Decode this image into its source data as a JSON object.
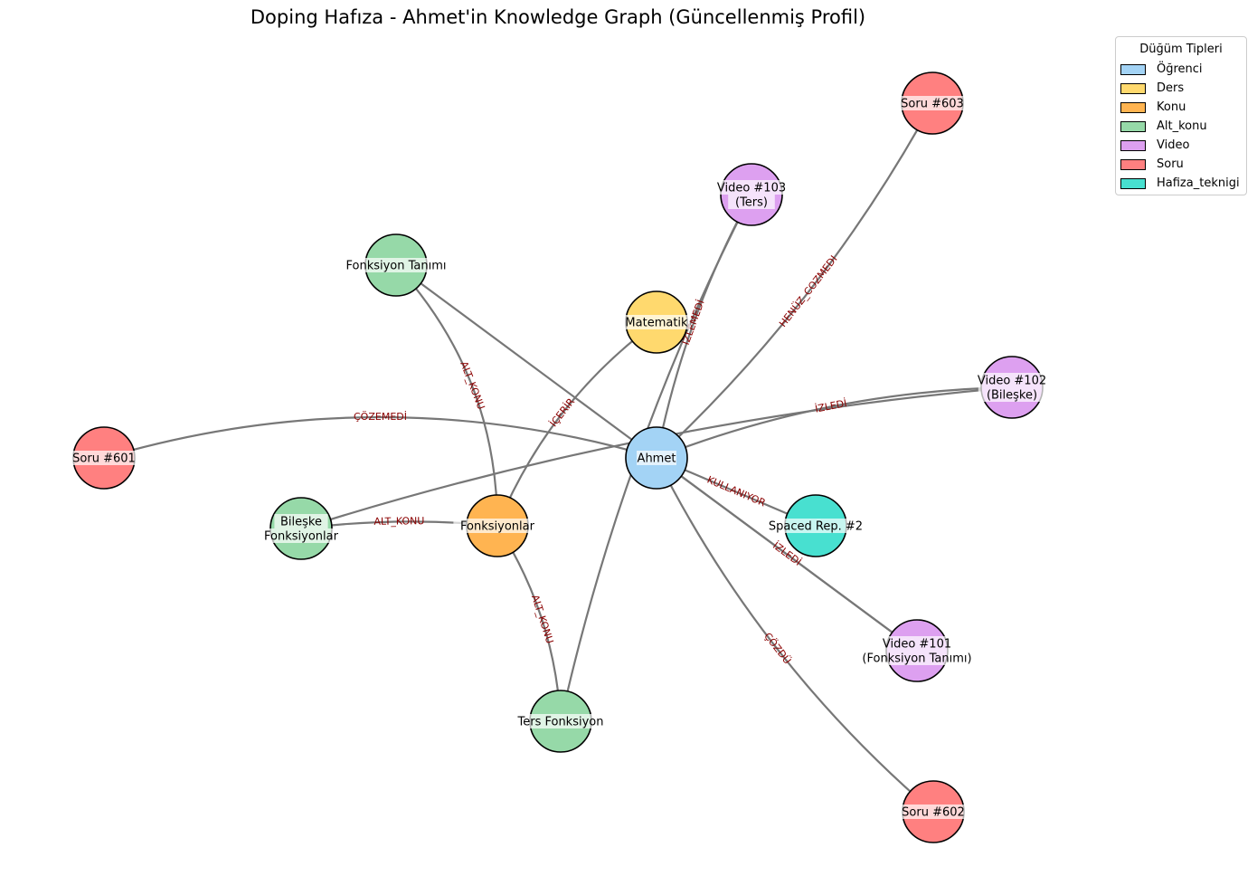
{
  "title": "Doping Hafıza - Ahmet'in Knowledge Graph (Güncellenmiş Profil)",
  "legend": {
    "title": "Düğüm Tipleri",
    "items": [
      {
        "label": "Öğrenci",
        "color": "#a3d3f5"
      },
      {
        "label": "Ders",
        "color": "#ffd96e"
      },
      {
        "label": "Konu",
        "color": "#ffb451"
      },
      {
        "label": "Alt_konu",
        "color": "#96d9a8"
      },
      {
        "label": "Video",
        "color": "#dda0f0"
      },
      {
        "label": "Soru",
        "color": "#ff8080"
      },
      {
        "label": "Hafiza_teknigi",
        "color": "#48e0d0"
      }
    ]
  },
  "nodes": [
    {
      "id": "ahmet",
      "label": "Ahmet",
      "type": "Öğrenci"
    },
    {
      "id": "matematik",
      "label": "Matematik",
      "type": "Ders"
    },
    {
      "id": "fonksiyonlar",
      "label": "Fonksiyonlar",
      "type": "Konu"
    },
    {
      "id": "fonk_tanimi",
      "label": "Fonksiyon Tanımı",
      "type": "Alt_konu"
    },
    {
      "id": "bileske",
      "label": "Bileşke\nFonksiyonlar",
      "type": "Alt_konu"
    },
    {
      "id": "ters",
      "label": "Ters Fonksiyon",
      "type": "Alt_konu"
    },
    {
      "id": "video101",
      "label": "Video #101\n(Fonksiyon Tanımı)",
      "type": "Video"
    },
    {
      "id": "video102",
      "label": "Video #102\n(Bileşke)",
      "type": "Video"
    },
    {
      "id": "video103",
      "label": "Video #103\n(Ters)",
      "type": "Video"
    },
    {
      "id": "soru601",
      "label": "Soru #601",
      "type": "Soru"
    },
    {
      "id": "soru602",
      "label": "Soru #602",
      "type": "Soru"
    },
    {
      "id": "soru603",
      "label": "Soru #603",
      "type": "Soru"
    },
    {
      "id": "spaced",
      "label": "Spaced Rep. #2",
      "type": "Hafiza_teknigi"
    }
  ],
  "edges": [
    {
      "from": "ahmet",
      "to": "video101",
      "label": "İZLEDİ"
    },
    {
      "from": "ahmet",
      "to": "video102",
      "label": "İZLEDİ"
    },
    {
      "from": "ahmet",
      "to": "video103",
      "label": "İZLEMEDİ"
    },
    {
      "from": "ahmet",
      "to": "soru601",
      "label": "ÇÖZEMEDİ"
    },
    {
      "from": "ahmet",
      "to": "soru602",
      "label": "ÇÖZDÜ"
    },
    {
      "from": "ahmet",
      "to": "soru603",
      "label": "HENÜZ_COZMEDI"
    },
    {
      "from": "ahmet",
      "to": "spaced",
      "label": "KULLANIYOR"
    },
    {
      "from": "matematik",
      "to": "fonksiyonlar",
      "label": "İÇERİR"
    },
    {
      "from": "fonksiyonlar",
      "to": "fonk_tanimi",
      "label": "ALT_KONU"
    },
    {
      "from": "fonksiyonlar",
      "to": "bileske",
      "label": "ALT_KONU"
    },
    {
      "from": "fonksiyonlar",
      "to": "ters",
      "label": "ALT_KONU"
    },
    {
      "from": "fonk_tanimi",
      "to": "video101",
      "label": ""
    },
    {
      "from": "bileske",
      "to": "video102",
      "label": ""
    },
    {
      "from": "ters",
      "to": "video103",
      "label": ""
    }
  ]
}
